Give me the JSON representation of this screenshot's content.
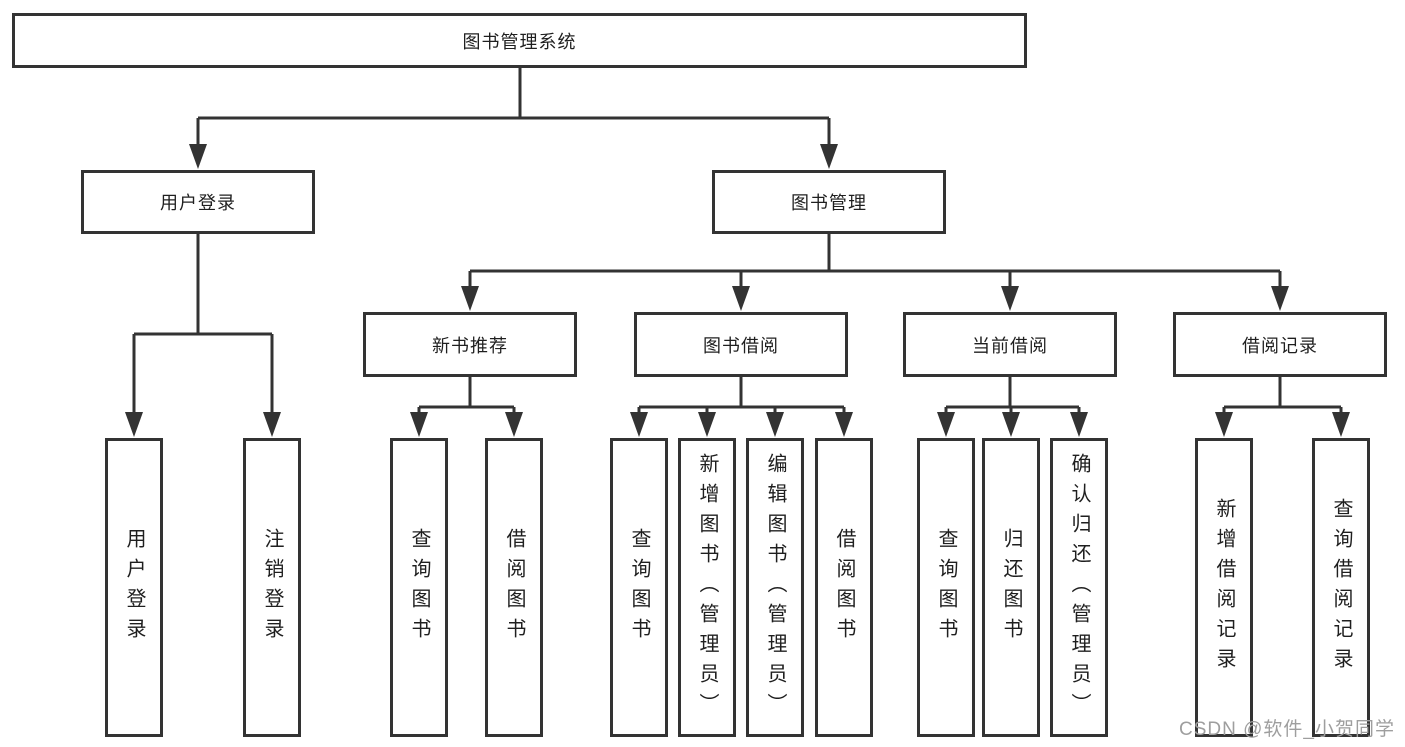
{
  "diagram": {
    "title_node": {
      "label": "图书管理系统"
    },
    "level2": [
      {
        "id": "user-login",
        "label": "用户登录"
      },
      {
        "id": "book-management",
        "label": "图书管理"
      }
    ],
    "level3": [
      {
        "id": "new-book-recommend",
        "label": "新书推荐",
        "parent": "图书管理"
      },
      {
        "id": "book-borrow",
        "label": "图书借阅",
        "parent": "图书管理"
      },
      {
        "id": "current-borrow",
        "label": "当前借阅",
        "parent": "图书管理"
      },
      {
        "id": "borrow-records",
        "label": "借阅记录",
        "parent": "图书管理"
      }
    ],
    "leaves": [
      {
        "label": "用户登录",
        "parent": "用户登录"
      },
      {
        "label": "注销登录",
        "parent": "用户登录"
      },
      {
        "label": "查询图书",
        "parent": "新书推荐"
      },
      {
        "label": "借阅图书",
        "parent": "新书推荐"
      },
      {
        "label": "查询图书",
        "parent": "图书借阅"
      },
      {
        "label": "新增图书（管理员）",
        "parent": "图书借阅"
      },
      {
        "label": "编辑图书（管理员）",
        "parent": "图书借阅"
      },
      {
        "label": "借阅图书",
        "parent": "图书借阅"
      },
      {
        "label": "查询图书",
        "parent": "当前借阅"
      },
      {
        "label": "归还图书",
        "parent": "当前借阅"
      },
      {
        "label": "确认归还（管理员）",
        "parent": "当前借阅"
      },
      {
        "label": "新增借阅记录",
        "parent": "借阅记录"
      },
      {
        "label": "查询借阅记录",
        "parent": "借阅记录"
      }
    ]
  },
  "watermark": {
    "text": "CSDN @软件_小贺同学"
  },
  "colors": {
    "line": "#333333",
    "box_border": "#333333",
    "text": "#1f1f1f",
    "watermark": "#9e9e9e",
    "background": "#ffffff"
  }
}
